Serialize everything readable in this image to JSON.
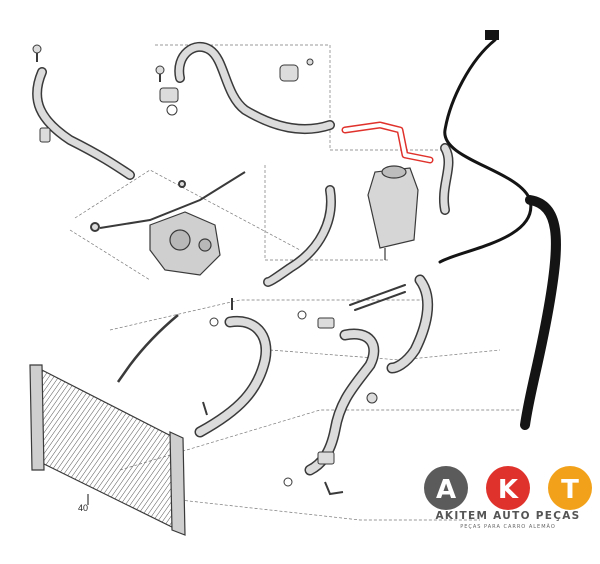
{
  "part_label": "40",
  "logo": {
    "letters": [
      "A",
      "K",
      "T"
    ],
    "title": "AKITEM AUTO PEÇAS",
    "subtitle": "PEÇAS PARA CARRO ALEMÃO"
  },
  "colors": {
    "line": "#3a3a3a",
    "hose_fill": "#dcdcdc",
    "highlight": "#e0322c",
    "black_hose": "#141414",
    "logo_grey": "#5b5b5b",
    "logo_red": "#e0322c",
    "logo_orange": "#f2a21a"
  }
}
